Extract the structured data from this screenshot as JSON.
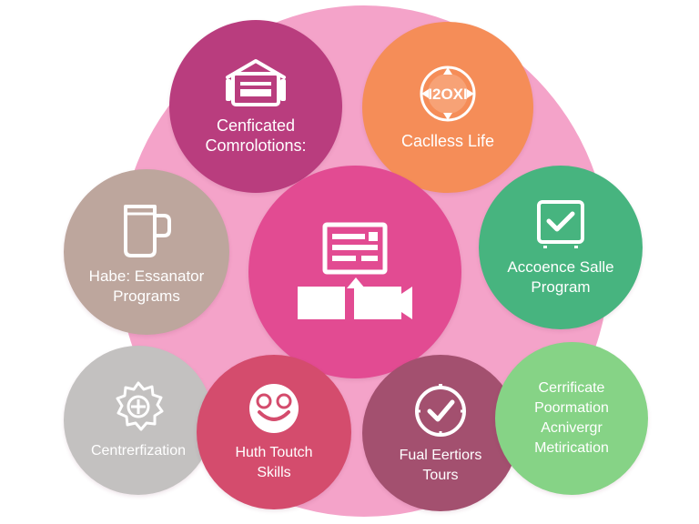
{
  "diagram": {
    "center": {
      "icon": "video-document-icon",
      "color": "#e24b92"
    },
    "nodes": [
      {
        "id": "top-left",
        "icon": "package-box-icon",
        "color": "#b93d7e",
        "label_lines": [
          "Cenficated",
          "Comrolotions:"
        ]
      },
      {
        "id": "top-right",
        "icon": "badge-seal-icon",
        "color": "#f58d58",
        "icon_text": "I2OXI",
        "label_lines": [
          "Caclless Life"
        ]
      },
      {
        "id": "mid-left",
        "icon": "mug-icon",
        "color": "#bda69d",
        "label_lines": [
          "Habe: Essanator",
          "Programs"
        ]
      },
      {
        "id": "mid-right",
        "icon": "checkbox-icon",
        "color": "#47b47f",
        "label_lines": [
          "Accoence Salle",
          "Program"
        ]
      },
      {
        "id": "bottom-left",
        "icon": "gear-badge-icon",
        "color": "#c3c1c0",
        "label_lines": [
          "Centrerfization"
        ]
      },
      {
        "id": "bottom-center-left",
        "icon": "smiley-face-icon",
        "color": "#d44c6d",
        "label_lines": [
          "Huth Toutch",
          "Skills"
        ]
      },
      {
        "id": "bottom-center-right",
        "icon": "clock-check-icon",
        "color": "#a3506f",
        "label_lines": [
          "Fual Eertiors",
          "Tours"
        ]
      },
      {
        "id": "bottom-right",
        "icon": "",
        "color": "#86d386",
        "label_lines": [
          "Cerrificate",
          "Poormation",
          "Acnivergr",
          "Metirication"
        ]
      }
    ],
    "backdrop_color": "#f4a3c9"
  }
}
